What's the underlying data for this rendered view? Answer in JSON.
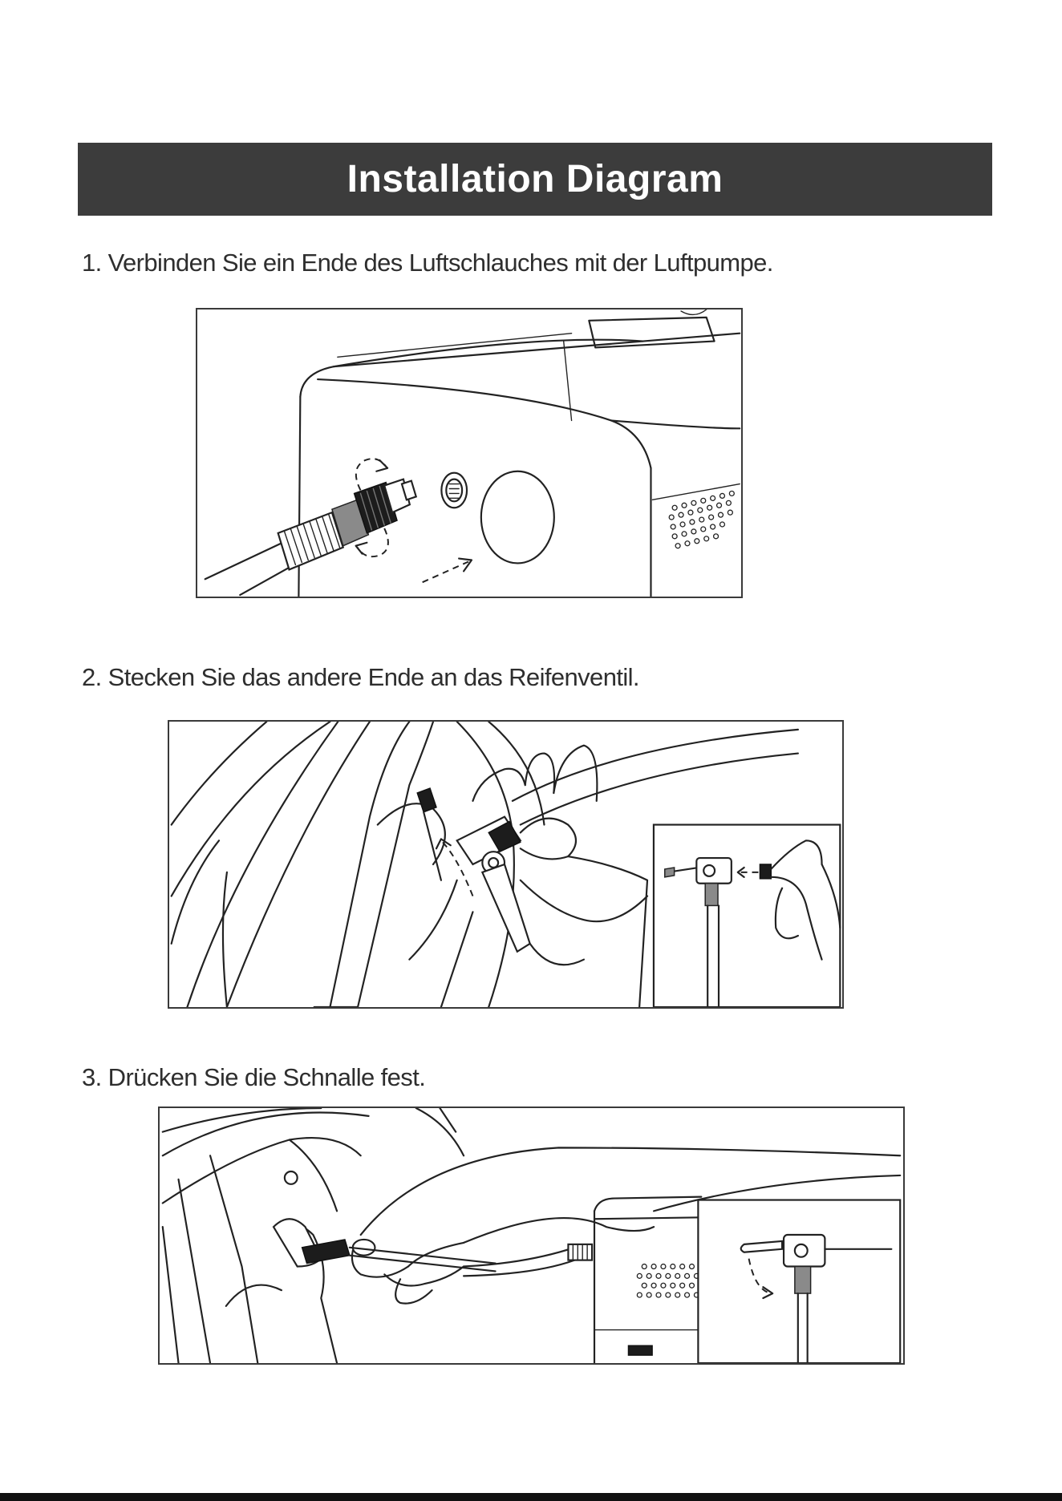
{
  "header": {
    "title": "Installation Diagram"
  },
  "steps": [
    {
      "text": "1. Verbinden Sie ein Ende des Luftschlauches mit der Luftpumpe."
    },
    {
      "text": "2. Stecken Sie das andere Ende an das Reifenventil."
    },
    {
      "text": "3. Drücken Sie die Schnalle fest."
    }
  ]
}
